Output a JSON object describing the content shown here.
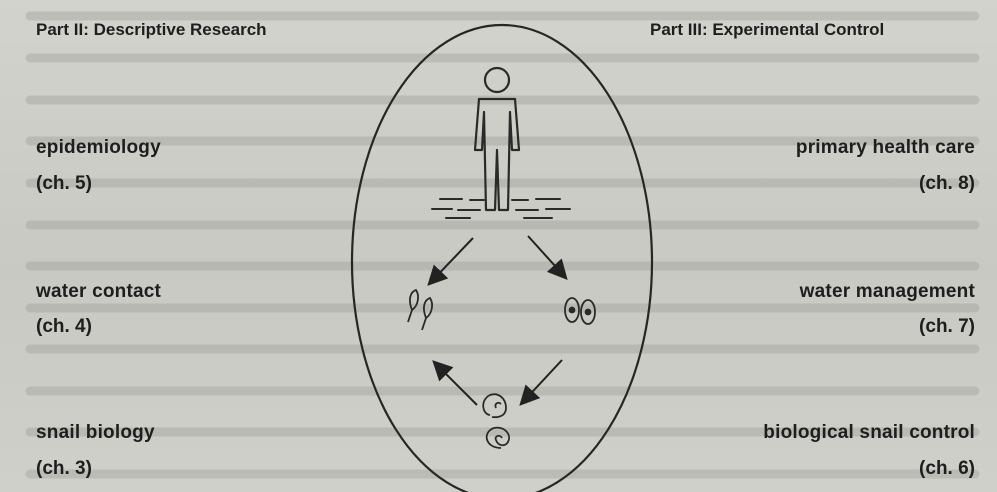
{
  "parts": {
    "left": "Part II: Descriptive Research",
    "right": "Part III: Experimental Control"
  },
  "left_column": [
    {
      "topic": "epidemiology",
      "chapter": "(ch. 5)"
    },
    {
      "topic": "water contact",
      "chapter": "(ch. 4)"
    },
    {
      "topic": "snail biology",
      "chapter": "(ch. 3)"
    }
  ],
  "right_column": [
    {
      "topic": "primary health care",
      "chapter": "(ch. 8)"
    },
    {
      "topic": "water management",
      "chapter": "(ch. 7)"
    },
    {
      "topic": "biological snail control",
      "chapter": "(ch. 6)"
    }
  ],
  "diagram_icons": [
    "human-figure-icon",
    "water-surface-icon",
    "cercaria-icon",
    "miracidium-icon",
    "egg-icon",
    "snail-icon"
  ],
  "colors": {
    "paper": "#cfcfc9",
    "ink": "#1e1e1e",
    "bleed": "#9c9c96"
  }
}
